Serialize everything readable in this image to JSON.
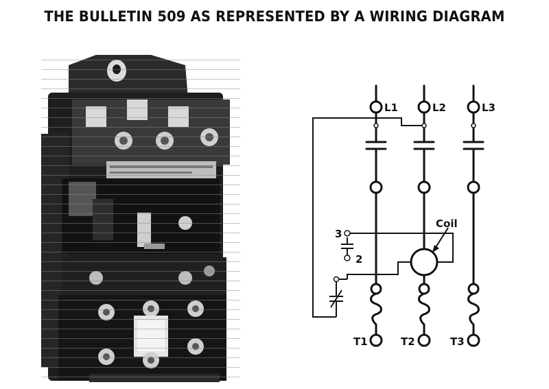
{
  "title": "THE BULLETIN 509 AS REPRESENTED BY A WIRING DIAGRAM",
  "diagram": {
    "line_labels": [
      "L1",
      "L2",
      "L3"
    ],
    "terminal_labels": [
      "T1",
      "T2",
      "T3"
    ],
    "coil_label": "Coil",
    "aux_contact_labels": [
      "3",
      "2"
    ]
  },
  "icons": [
    "contactor-photo",
    "normally-open-contact-icon",
    "normally-closed-contact-icon",
    "overload-heater-icon",
    "coil-icon"
  ]
}
